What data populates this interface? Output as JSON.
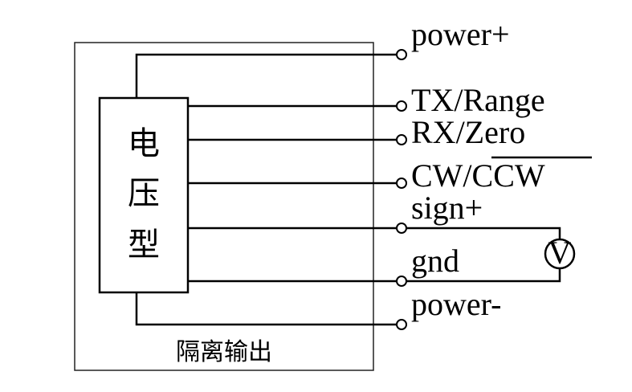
{
  "module": {
    "chars": [
      "电",
      "压",
      "型"
    ],
    "caption": "隔离输出"
  },
  "terminals": [
    {
      "id": "power-plus",
      "cw": "",
      "ccw": "",
      "label": "power+"
    },
    {
      "id": "tx-range",
      "cw": "",
      "ccw": "",
      "label": "TX/Range"
    },
    {
      "id": "rx-zero",
      "cw": "",
      "ccw": "",
      "label": "RX/Zero"
    },
    {
      "id": "cw-ccw",
      "cw": "CW/",
      "ccw": "CCW",
      "label": ""
    },
    {
      "id": "sign-plus",
      "cw": "",
      "ccw": "",
      "label": "sign+"
    },
    {
      "id": "gnd",
      "cw": "",
      "ccw": "",
      "label": "gnd"
    },
    {
      "id": "power-minus",
      "cw": "",
      "ccw": "",
      "label": "power-"
    }
  ],
  "meter": {
    "symbol": "V"
  }
}
